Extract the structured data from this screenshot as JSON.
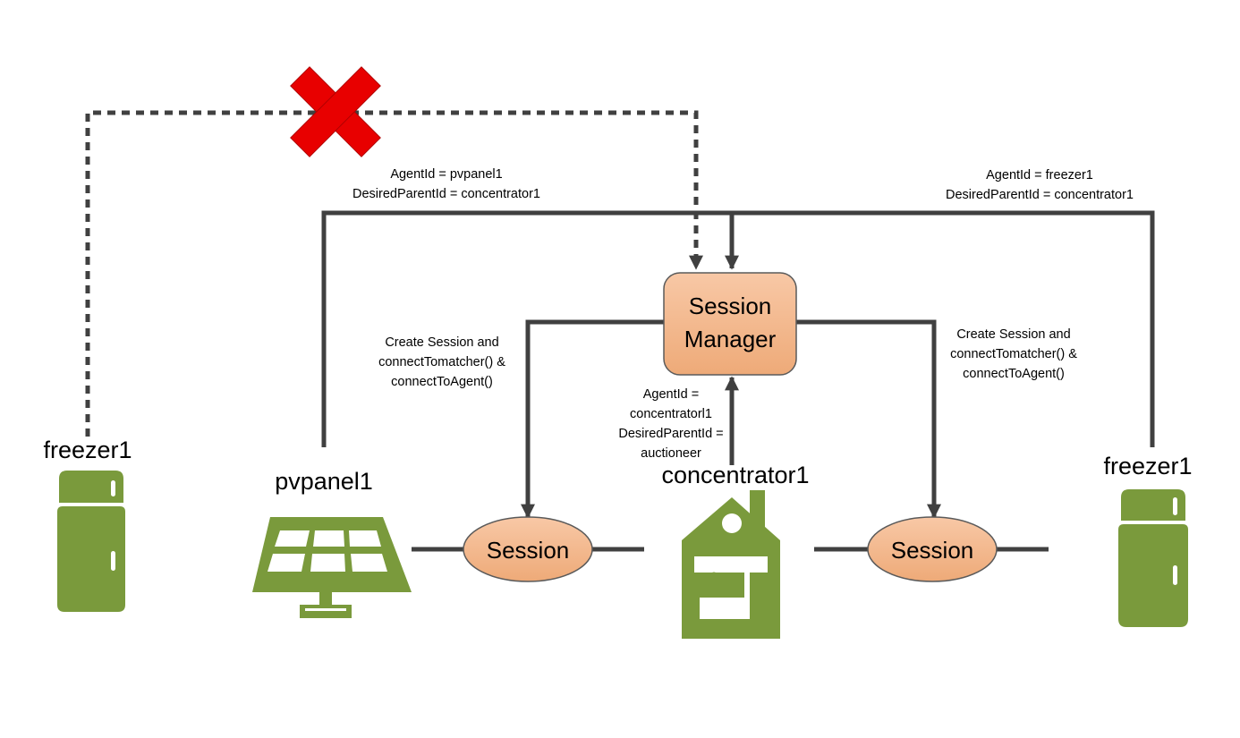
{
  "colors": {
    "connector": "#404040",
    "device_green": "#7a9a3c",
    "box_fill_top": "#f8c8a6",
    "box_fill_bottom": "#eeaa78",
    "box_stroke": "#5a5a5a",
    "reject_mark": "#e80000"
  },
  "nodes": {
    "freezer_left": {
      "label": "freezer1",
      "icon": "freezer-icon"
    },
    "pvpanel": {
      "label": "pvpanel1",
      "icon": "solar-panel-icon"
    },
    "concentrator": {
      "label": "concentrator1",
      "icon": "house-icon"
    },
    "freezer_right": {
      "label": "freezer1",
      "icon": "freezer-icon"
    },
    "session_manager": {
      "line1": "Session",
      "line2": "Manager"
    },
    "session_left": {
      "label": "Session"
    },
    "session_right": {
      "label": "Session"
    }
  },
  "edges": {
    "rejected_request": {
      "icon": "reject-x-icon",
      "style": "dashed"
    },
    "pvpanel_request": {
      "line1": "AgentId = pvpanel1",
      "line2": "DesiredParentId = concentrator1"
    },
    "freezer_request": {
      "line1": "AgentId = freezer1",
      "line2": "DesiredParentId = concentrator1"
    },
    "create_left": {
      "line1": "Create Session and",
      "line2": "connectTomatcher() &",
      "line3": "connectToAgent()"
    },
    "create_right": {
      "line1": "Create Session and",
      "line2": "connectTomatcher() &",
      "line3": "connectToAgent()"
    },
    "concentrator_request": {
      "line1": "AgentId =",
      "line2": "concentratorl1",
      "line3": "DesiredParentId =",
      "line4": "auctioneer"
    }
  }
}
